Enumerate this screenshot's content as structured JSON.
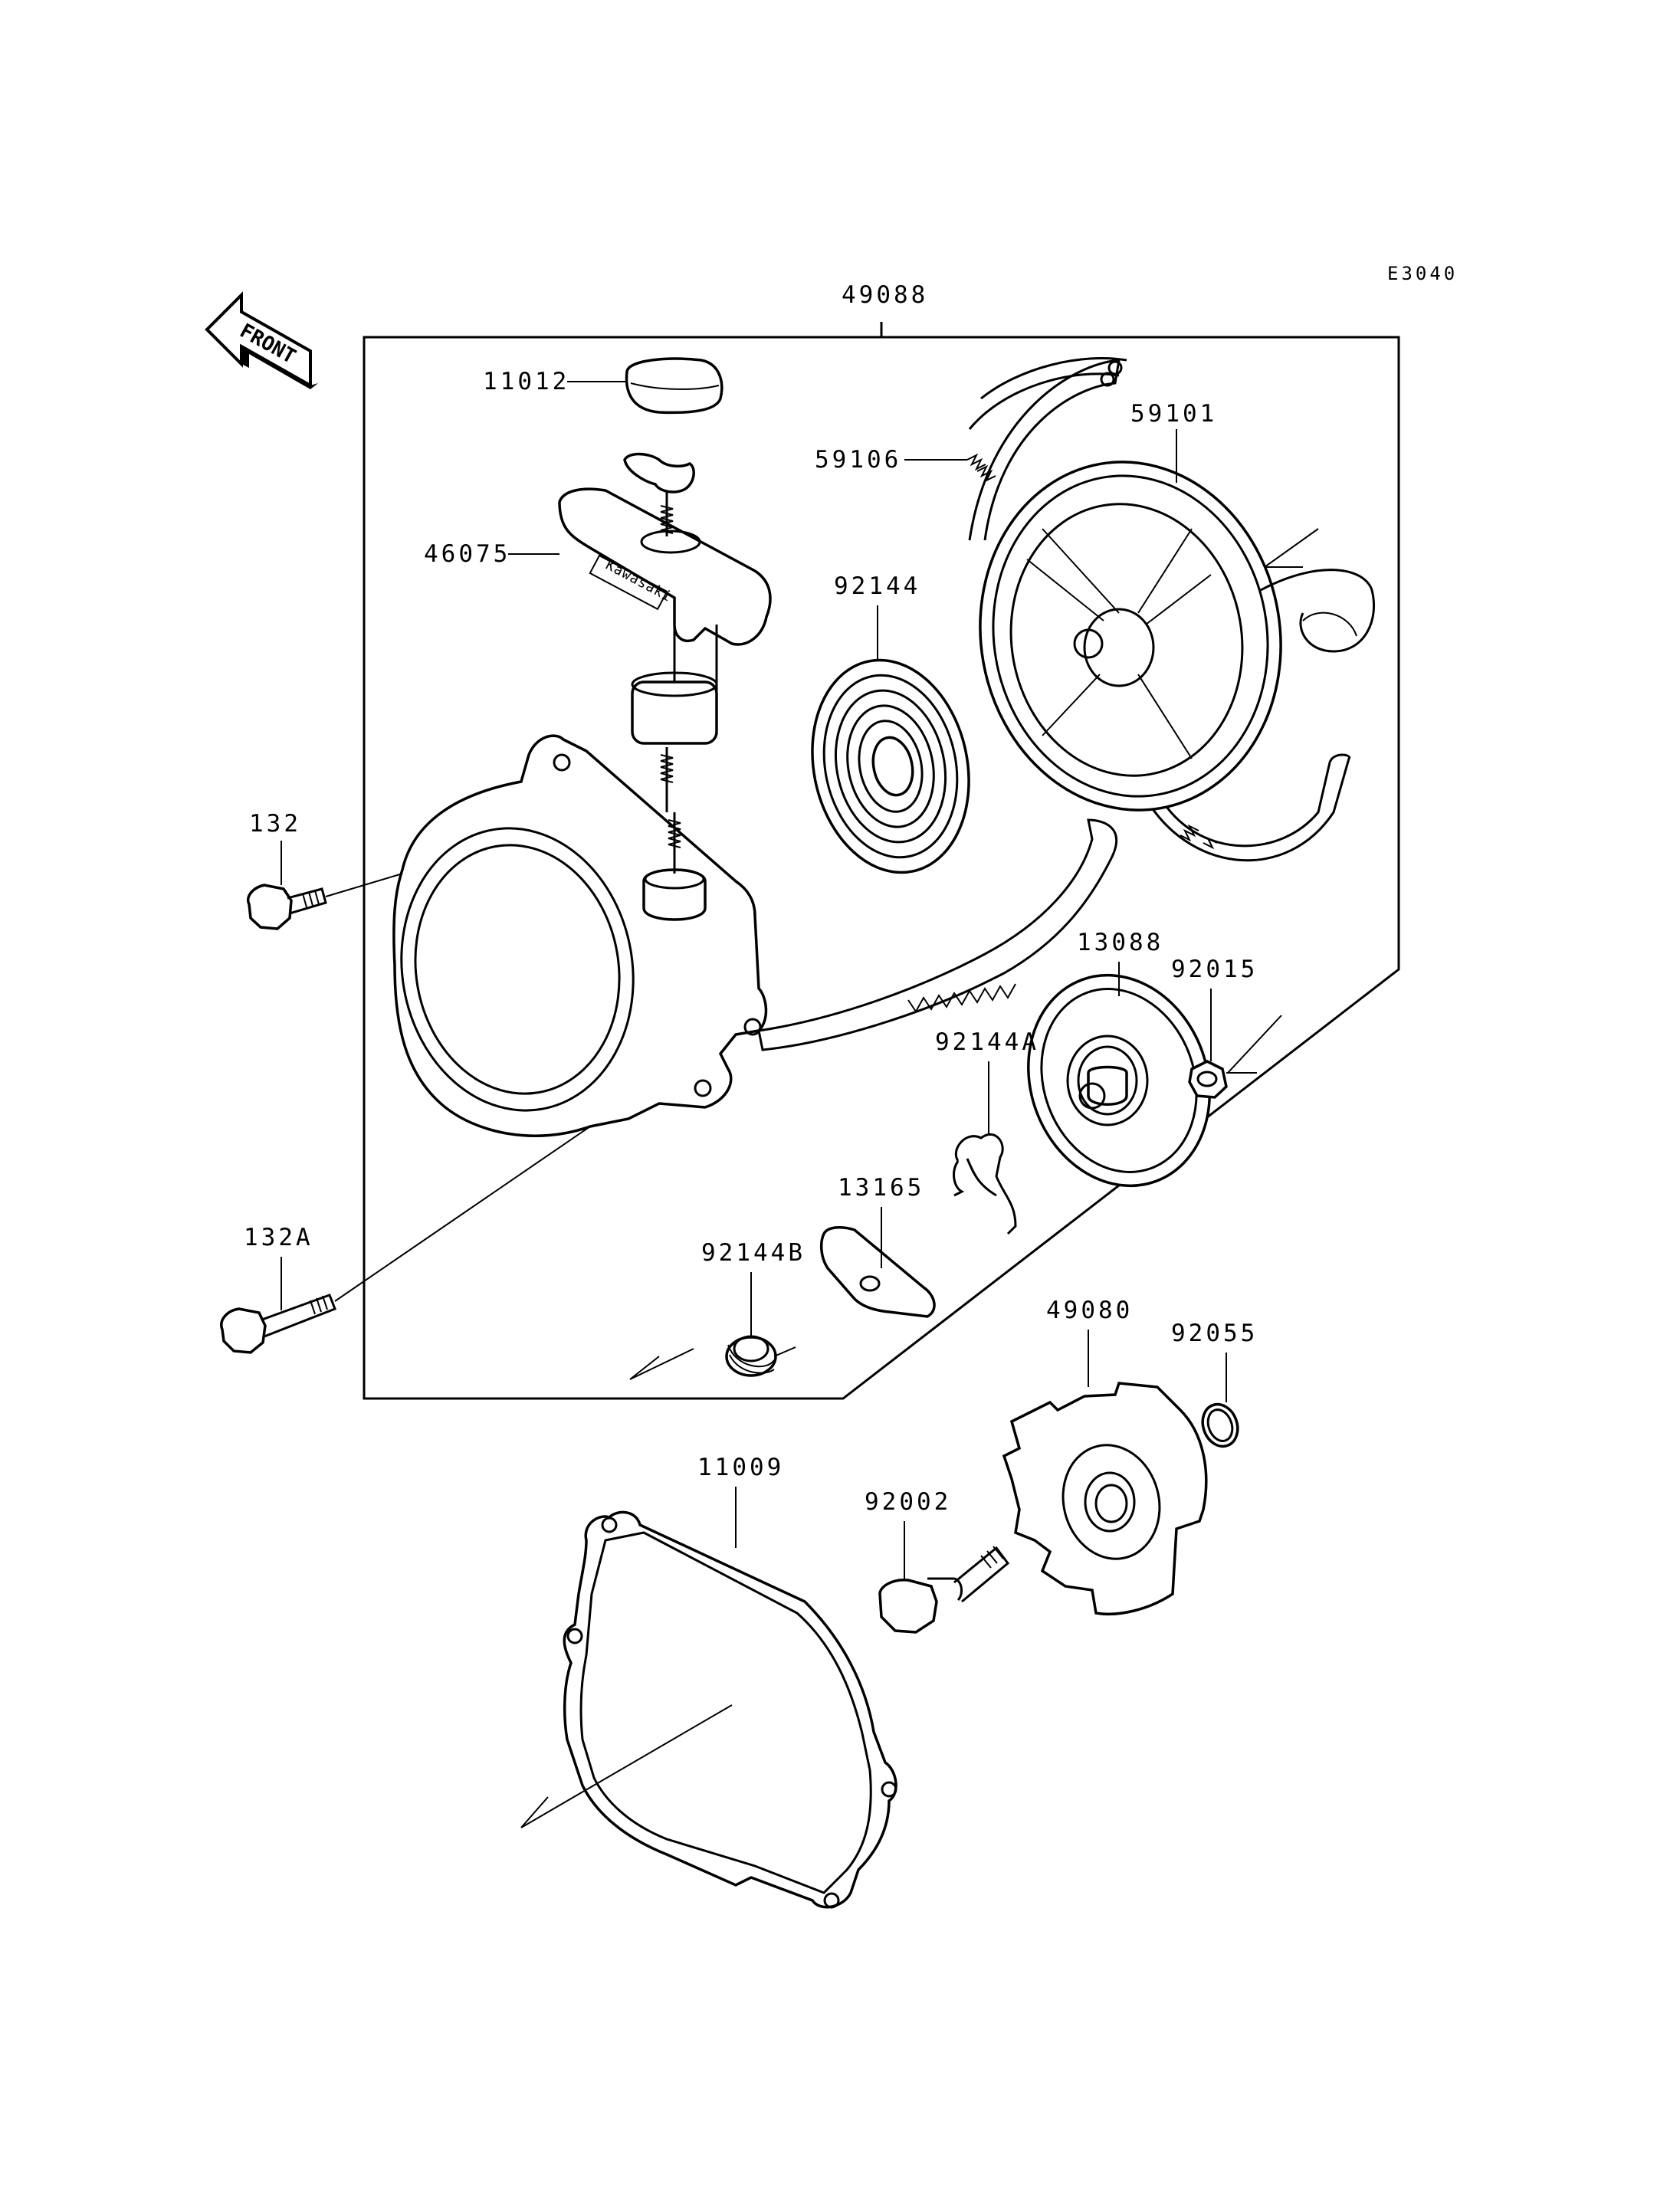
{
  "drawing_code": "E3040",
  "front_arrow_label": "FRONT",
  "brand_text": "Kawasaki",
  "part_labels": {
    "p49088": "49088",
    "p11012": "11012",
    "p46075": "46075",
    "p59106": "59106",
    "p59101": "59101",
    "p92144": "92144",
    "p132": "132",
    "p132A": "132A",
    "p13088": "13088",
    "p92015": "92015",
    "p92144A": "92144A",
    "p13165": "13165",
    "p92144B": "92144B",
    "p49080": "49080",
    "p92055": "92055",
    "p11009": "11009",
    "p92002": "92002"
  }
}
